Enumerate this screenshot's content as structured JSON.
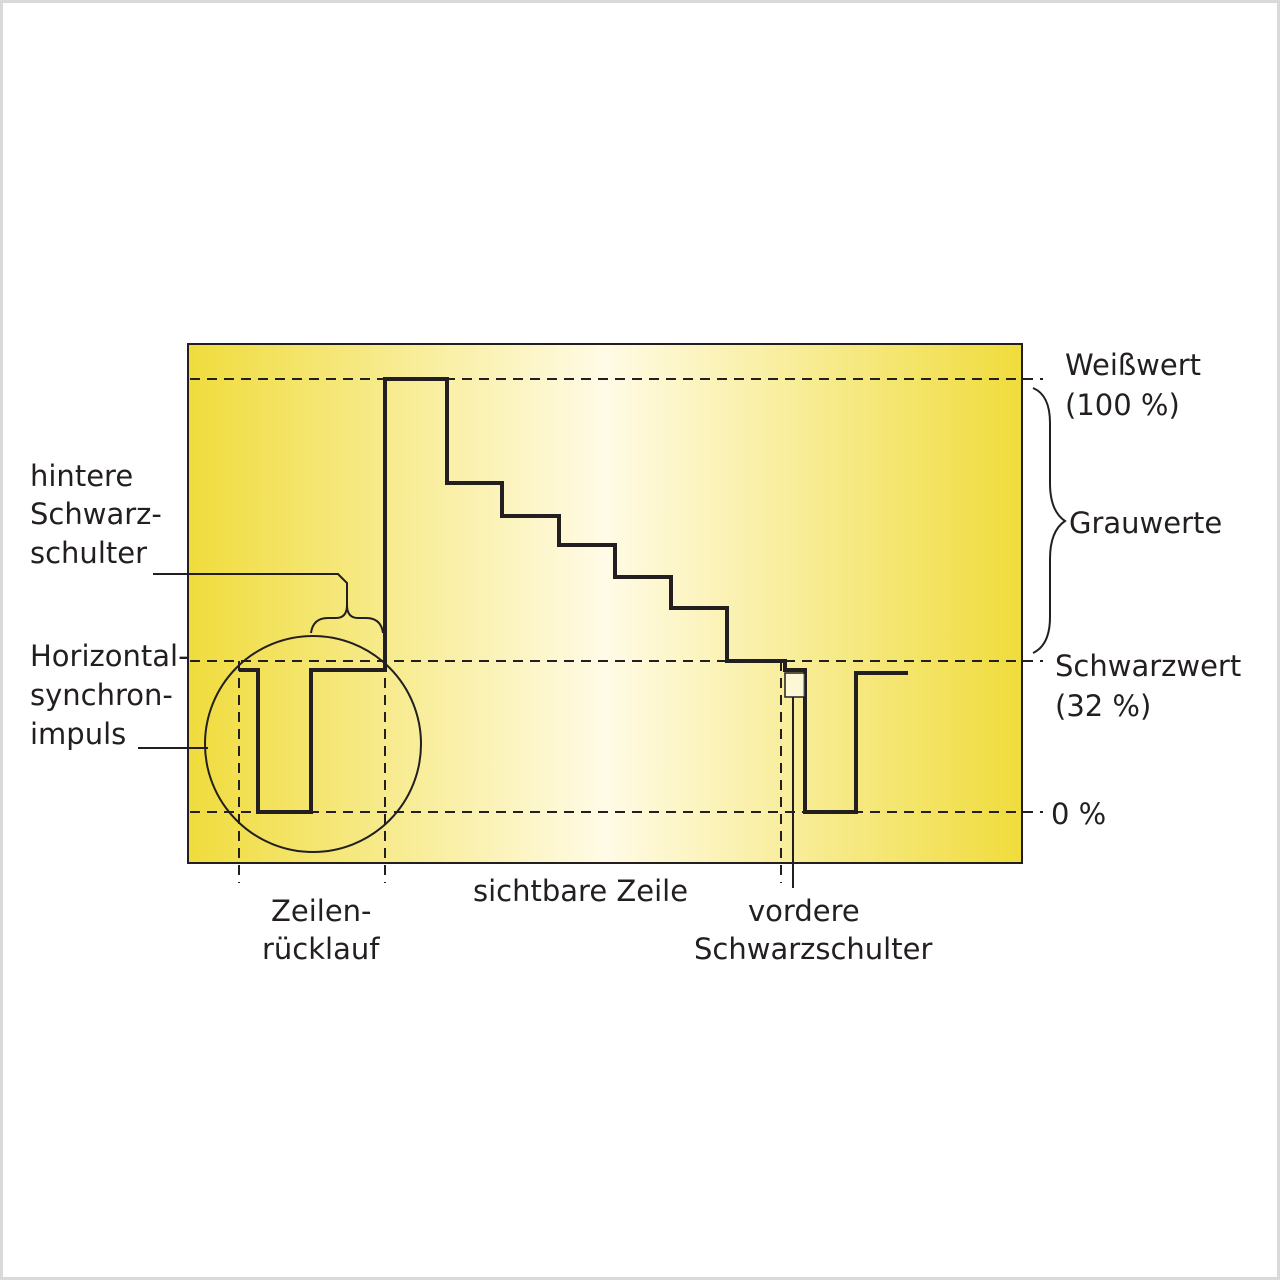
{
  "labels": {
    "white_value": [
      "Weißwert",
      "(100 %)"
    ],
    "gray_values": "Grauwerte",
    "black_value": [
      "Schwarzwert",
      "(32 %)"
    ],
    "zero": "0 %",
    "back_porch": [
      "hintere",
      "Schwarz-",
      "schulter"
    ],
    "sync_pulse": [
      "Horizontal-",
      "synchron-",
      "impuls"
    ],
    "line_return": [
      "Zeilen-",
      "rücklauf"
    ],
    "visible_line": "sichtbare Zeile",
    "front_porch": [
      "vordere",
      "Schwarzschulter"
    ]
  },
  "colors": {
    "panel_edge": "#f0dc3c",
    "panel_center": "#fffbe6",
    "line": "#231f20",
    "frame": "#d9d9d9"
  }
}
